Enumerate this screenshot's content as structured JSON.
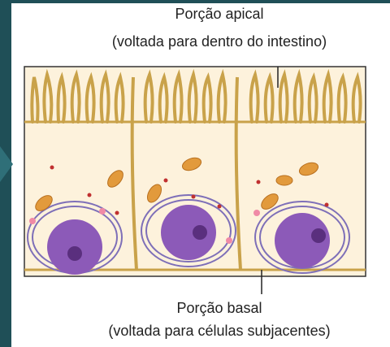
{
  "labels": {
    "apical_title": "Porção apical",
    "apical_sub": "(voltada para dentro do intestino)",
    "basal_title": "Porção basal",
    "basal_sub": "(voltada para células subjacentes)"
  },
  "colors": {
    "background": "#1f4f57",
    "arrow": "#2f6f78",
    "membrane": "#c9a24a",
    "cytoplasm": "#fbeccd",
    "nucleus": "#8c5ab8",
    "nucleolus": "#5a2f7e",
    "er": "#7e6fb8",
    "mitochondria": "#e29a3c",
    "granule": "#c03030",
    "vesicle": "#f08aa6"
  },
  "cells": 3
}
